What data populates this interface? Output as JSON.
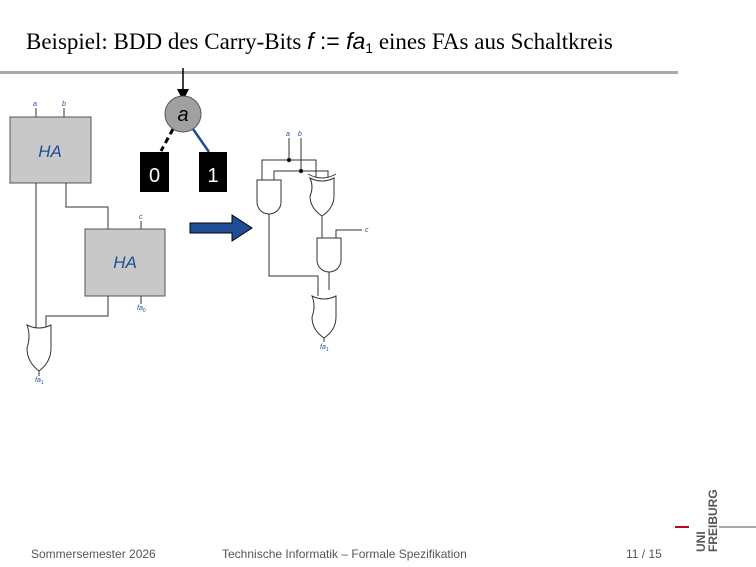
{
  "slide": {
    "title_text": "Beispiel: BDD des Carry-Bits ",
    "title_f": "f",
    "title_assign": " := ",
    "title_fa": "fa",
    "title_sub": "1",
    "title_rest": " eines FAs aus Schaltkreis"
  },
  "bdd": {
    "node_label": "a",
    "terminal_zero": "0",
    "terminal_one": "1"
  },
  "left_circuit": {
    "input_a": "a",
    "input_b": "b",
    "ha_top": "HA",
    "ha_bottom": "HA",
    "input_c": "c",
    "out_fa0": "fa",
    "out_fa0_sub": "0",
    "out_fa1": "fa",
    "out_fa1_sub": "1"
  },
  "right_circuit": {
    "input_a": "a",
    "input_b": "b",
    "input_c": "c",
    "out_fa1": "fa",
    "out_fa1_sub": "1"
  },
  "footer": {
    "semester": "Sommersemester 2026",
    "course": "Technische Informatik – Formale Spezifikation",
    "page": "11 / 15"
  },
  "logo": {
    "line1": "UNI",
    "line2": "FREIBURG"
  },
  "colors": {
    "blue": "#1f4e96",
    "box_gray": "#c8c8c8",
    "node_gray": "#a0a0a0",
    "rule_gray": "#a9a9a9",
    "logo_red": "#c1002a"
  }
}
